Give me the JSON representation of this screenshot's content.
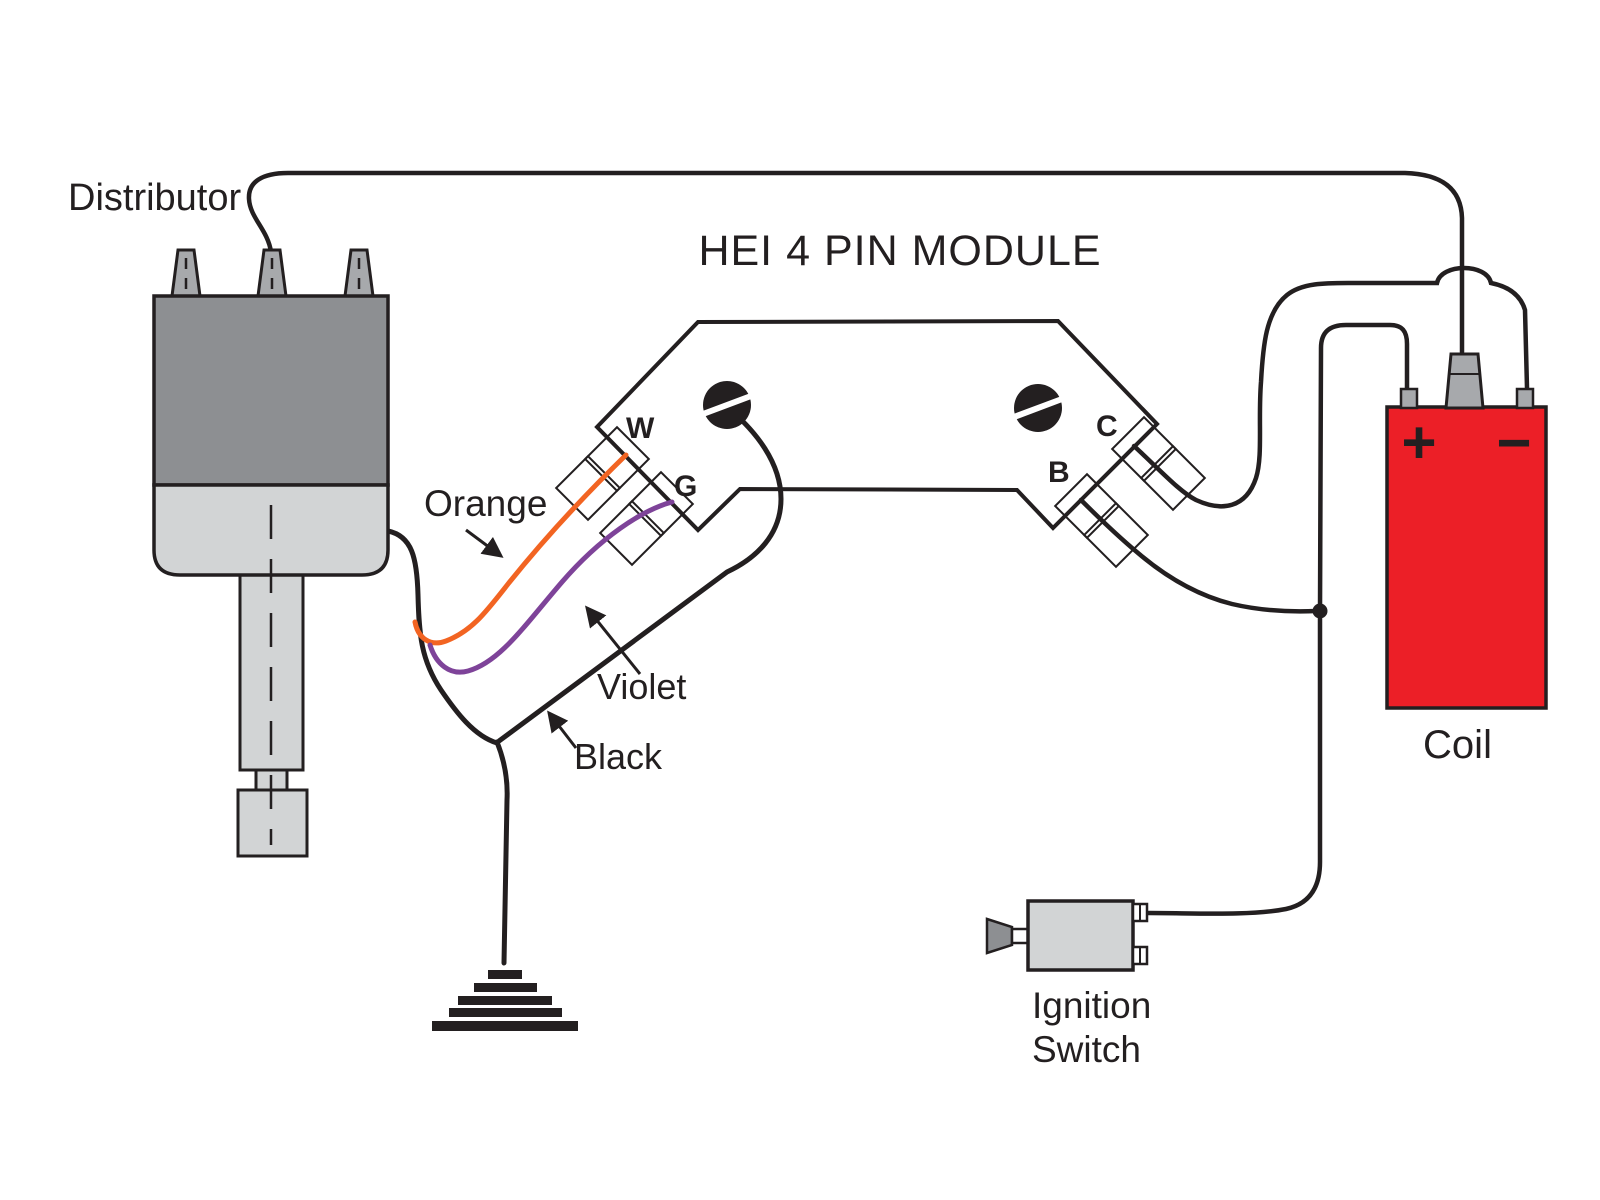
{
  "diagram_title": "HEI 4 PIN MODULE",
  "components": {
    "distributor": {
      "label": "Distributor"
    },
    "module": {
      "pins": [
        "W",
        "G",
        "B",
        "C"
      ]
    },
    "coil": {
      "label": "Coil",
      "plus": "+",
      "minus": "−"
    },
    "ignition_switch": {
      "label": "Ignition\nSwitch"
    }
  },
  "wire_labels": {
    "orange": "Orange",
    "violet": "Violet",
    "black": "Black"
  },
  "colors": {
    "outline": "#231F20",
    "orange": "#F26422",
    "violet": "#7E4399",
    "coil-red": "#EC1F27",
    "gray-dark": "#8D8F92",
    "gray-mid": "#A7A9AC",
    "gray-light": "#D2D4D5"
  }
}
